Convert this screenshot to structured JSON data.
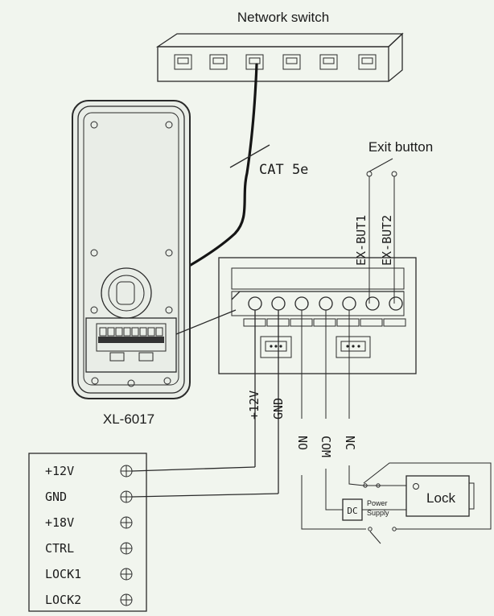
{
  "diagram": {
    "switch_label": "Network switch",
    "cable_label": "CAT 5e",
    "exit_button_label": "Exit button",
    "exit_terminal_1": "EX-BUT1",
    "exit_terminal_2": "EX-BUT2",
    "device_model": "XL-6017",
    "output_terminals": [
      "+12V",
      "GND",
      "NO",
      "COM",
      "NC"
    ],
    "power_supply_terminals": [
      "+12V",
      "GND",
      "+18V",
      "CTRL",
      "LOCK1",
      "LOCK2"
    ],
    "dc_label": "DC",
    "dc_power_line1": "Power",
    "dc_power_line2": "Supply",
    "lock_label": "Lock"
  }
}
